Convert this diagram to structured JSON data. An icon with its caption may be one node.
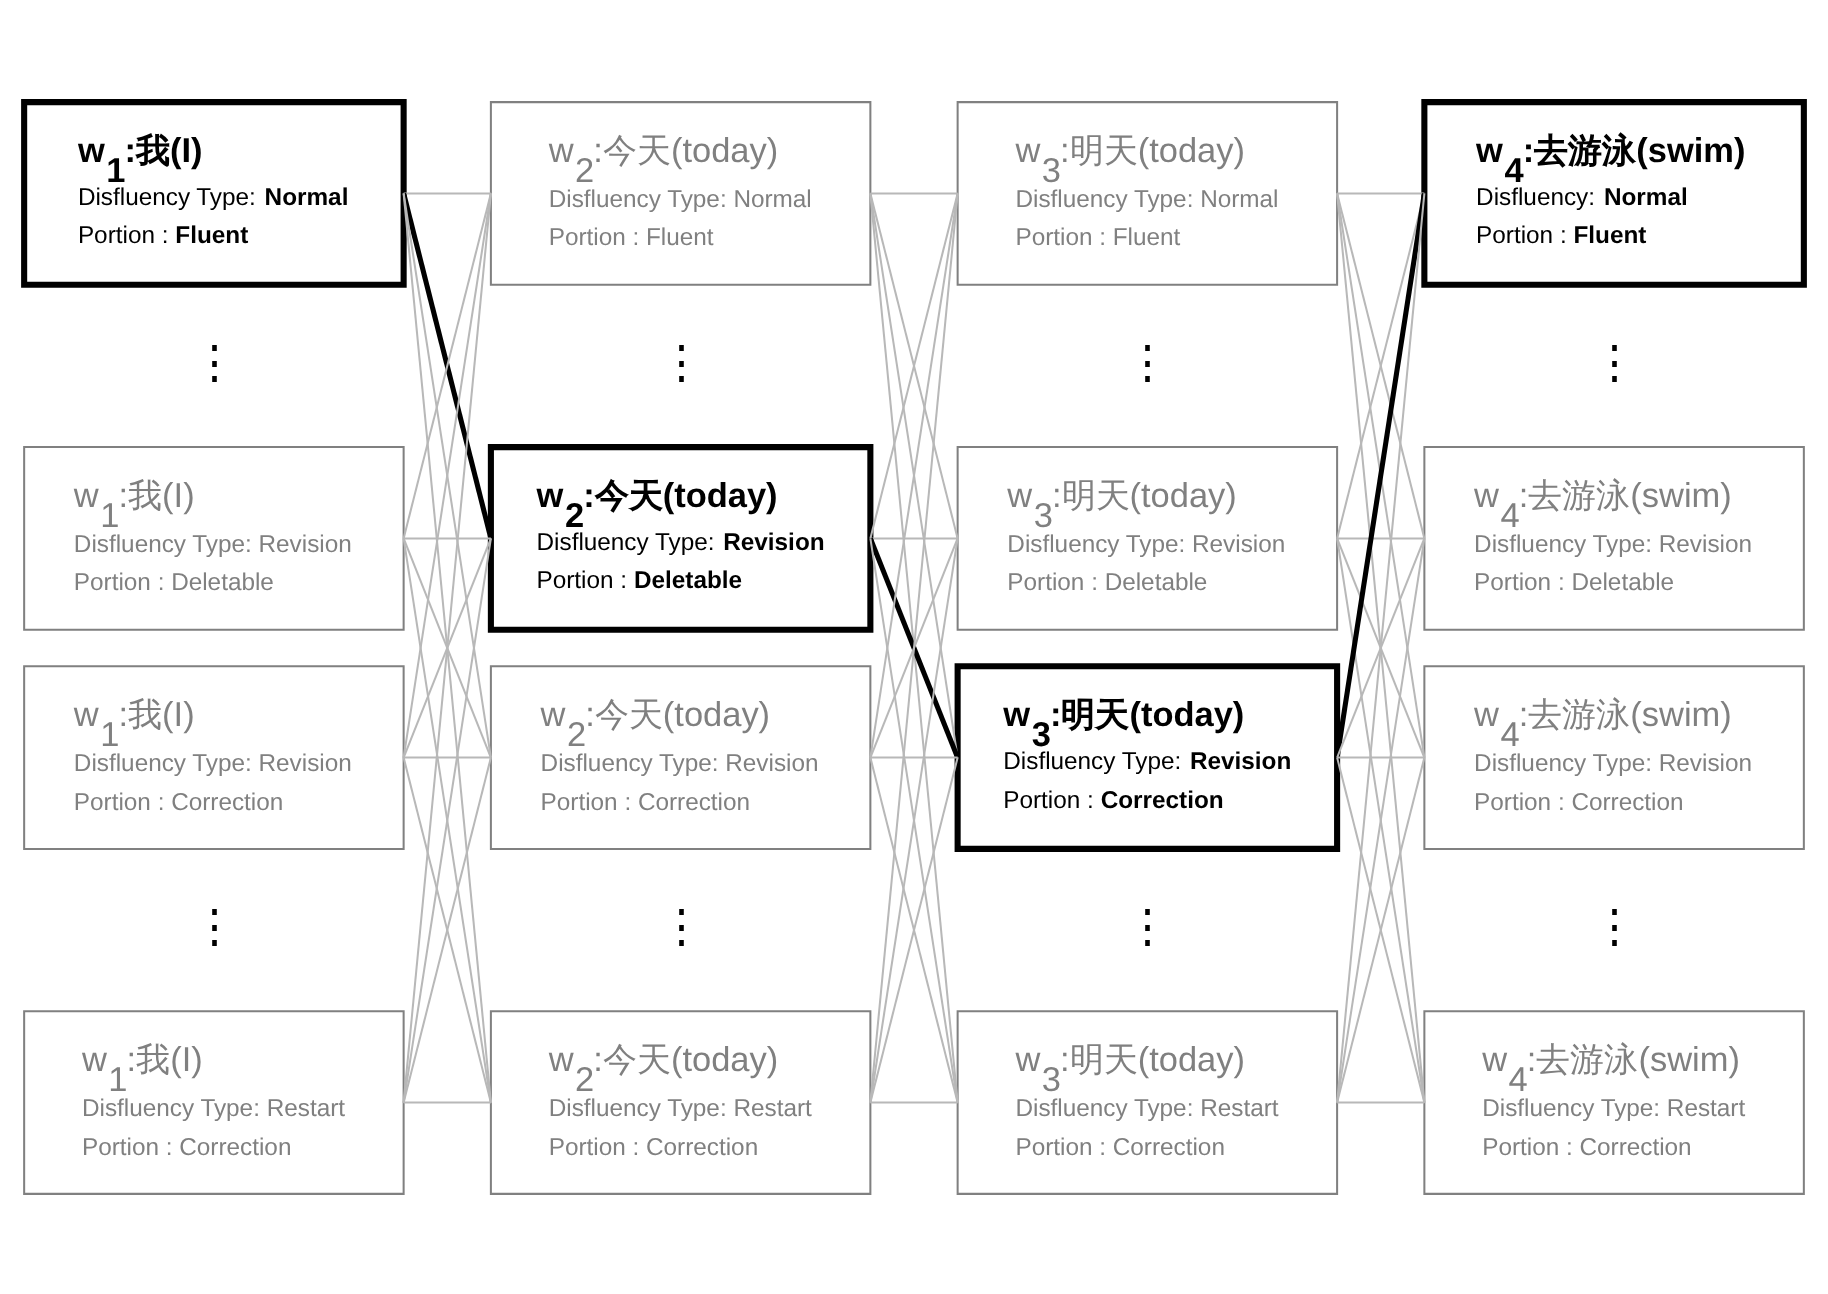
{
  "diagram": {
    "nodes": [
      {
        "text": [
          "w$_{1}$:我(I)",
          "Disfluency Type: **Normal**",
          "Portion : **Fluent**"
        ]
      },
      {
        "text": [
          "w$_{2}$:今天(today)",
          "Disfluency Type: Normal",
          "Portion : Fluent"
        ]
      },
      {
        "text": [
          "w$_{3}$:明天(today)",
          "Disfluency Type: Normal",
          "Portion : Fluent"
        ]
      },
      {
        "text": [
          "w$_{4}$:去游泳(swim)",
          "Disfluency: **Normal**",
          "Portion : **Fluent**"
        ]
      },
      {
        "text": [
          "w$_{1}$:我(I)",
          "Disfluency Type: Revision",
          "Portion : Deletable"
        ]
      },
      {
        "text": [
          "w$_{2}$:今天(today)",
          "Disfluency Type: **Revision**",
          "Portion : **Deletable**"
        ]
      },
      {
        "text": [
          "w$_{3}$:明天(today)",
          "Disfluency Type: Revision",
          "Portion : Deletable"
        ]
      },
      {
        "text": [
          "w$_{4}$:去游泳(swim)",
          "Disfluency Type: Revision",
          "Portion : Deletable"
        ]
      },
      {
        "text": [
          "w$_{1}$:我(I)",
          "Disfluency Type: Revision",
          "Portion : Correction"
        ]
      },
      {
        "text": [
          "w$_{2}$:今天(today)",
          "Disfluency Type: Revision",
          "Portion : Correction"
        ]
      },
      {
        "text": [
          "w$_{3}$:明天(today)",
          "Disfluency Type: **Revision**",
          "Portion : **Correction**"
        ]
      },
      {
        "text": [
          "w$_{4}$:去游泳(swim)",
          "Disfluency Type: Revision",
          "Portion : Correction"
        ]
      },
      {
        "text": [
          "w$_{1}$:我(I)",
          "Disfluency Type: Restart",
          "Portion : Correction"
        ]
      },
      {
        "text": [
          "w$_{2}$:今天(today)",
          "Disfluency Type: Restart",
          "Portion : Correction"
        ]
      },
      {
        "text": [
          "w$_{3}$:明天(today)",
          "Disfluency Type: Restart",
          "Portion : Correction"
        ]
      },
      {
        "text": [
          "w$_{4}$:去游泳(swim)",
          "Disfluency Type: Restart",
          "Portion : Correction"
        ]
      }
    ],
    "edges": [
      {
        "from": 0,
        "to": 1,
        "arrow": "none"
      },
      {
        "from": 0,
        "to": 5,
        "arrow": "none",
        "style": "thick",
        "color": "#000000"
      },
      {
        "from": 0,
        "to": 9,
        "arrow": "none"
      },
      {
        "from": 0,
        "to": 13,
        "arrow": "none"
      },
      {
        "from": 4,
        "to": 1,
        "arrow": "none"
      },
      {
        "from": 4,
        "to": 5,
        "arrow": "none"
      },
      {
        "from": 4,
        "to": 9,
        "arrow": "none"
      },
      {
        "from": 4,
        "to": 13,
        "arrow": "none"
      },
      {
        "from": 8,
        "to": 1,
        "arrow": "none"
      },
      {
        "from": 8,
        "to": 5,
        "arrow": "none"
      },
      {
        "from": 8,
        "to": 9,
        "arrow": "none"
      },
      {
        "from": 8,
        "to": 13,
        "arrow": "none"
      },
      {
        "from": 12,
        "to": 1,
        "arrow": "none"
      },
      {
        "from": 12,
        "to": 5,
        "arrow": "none"
      },
      {
        "from": 12,
        "to": 9,
        "arrow": "none"
      },
      {
        "from": 12,
        "to": 13,
        "arrow": "none"
      },
      {
        "from": 1,
        "to": 2,
        "arrow": "none"
      },
      {
        "from": 1,
        "to": 6,
        "arrow": "none"
      },
      {
        "from": 1,
        "to": 10,
        "arrow": "none"
      },
      {
        "from": 1,
        "to": 14,
        "arrow": "none"
      },
      {
        "from": 5,
        "to": 2,
        "arrow": "none"
      },
      {
        "from": 5,
        "to": 6,
        "arrow": "none"
      },
      {
        "from": 5,
        "to": 10,
        "arrow": "none",
        "style": "thick",
        "color": "#000000"
      },
      {
        "from": 5,
        "to": 14,
        "arrow": "none"
      },
      {
        "from": 9,
        "to": 2,
        "arrow": "none"
      },
      {
        "from": 9,
        "to": 6,
        "arrow": "none"
      },
      {
        "from": 9,
        "to": 10,
        "arrow": "none"
      },
      {
        "from": 9,
        "to": 14,
        "arrow": "none"
      },
      {
        "from": 13,
        "to": 2,
        "arrow": "none"
      },
      {
        "from": 13,
        "to": 6,
        "arrow": "none"
      },
      {
        "from": 13,
        "to": 10,
        "arrow": "none"
      },
      {
        "from": 13,
        "to": 14,
        "arrow": "none"
      },
      {
        "from": 2,
        "to": 3,
        "arrow": "none"
      },
      {
        "from": 2,
        "to": 7,
        "arrow": "none"
      },
      {
        "from": 2,
        "to": 11,
        "arrow": "none"
      },
      {
        "from": 2,
        "to": 15,
        "arrow": "none"
      },
      {
        "from": 6,
        "to": 3,
        "arrow": "none"
      },
      {
        "from": 6,
        "to": 7,
        "arrow": "none"
      },
      {
        "from": 6,
        "to": 11,
        "arrow": "none"
      },
      {
        "from": 6,
        "to": 15,
        "arrow": "none"
      },
      {
        "from": 10,
        "to": 3,
        "arrow": "none",
        "style": "thick",
        "color": "#000000"
      },
      {
        "from": 10,
        "to": 7,
        "arrow": "none"
      },
      {
        "from": 10,
        "to": 11,
        "arrow": "none"
      },
      {
        "from": 10,
        "to": 15,
        "arrow": "none"
      },
      {
        "from": 14,
        "to": 3,
        "arrow": "none"
      },
      {
        "from": 14,
        "to": 7,
        "arrow": "none"
      },
      {
        "from": 14,
        "to": 11,
        "arrow": "none"
      },
      {
        "from": 14,
        "to": 15,
        "arrow": "none"
      }
    ],
    "labels": [
      "⋮",
      "⋮",
      "⋮",
      "⋮",
      "⋮",
      "⋮",
      "⋮",
      "⋮"
    ]
  }
}
